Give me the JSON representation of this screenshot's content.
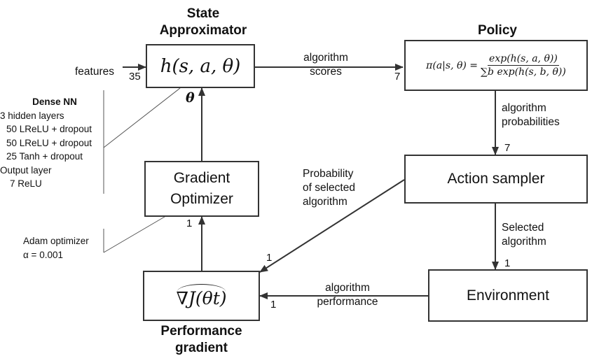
{
  "titles": {
    "state": "State Approximator",
    "policy": "Policy",
    "perf": "Performance gradient"
  },
  "boxes": {
    "state_approximator": "h(s, a, θ)",
    "policy_formula": {
      "lhs": "π(a|s, θ) =",
      "numerator": "exp(h(s, a, θ))",
      "denominator": "∑b exp(h(s, b, θ))"
    },
    "gradient_optimizer": [
      "Gradient",
      "Optimizer"
    ],
    "action_sampler": "Action sampler",
    "environment": "Environment",
    "performance_gradient": "∇J(θt)"
  },
  "edge_labels": {
    "features": "features",
    "algorithm_scores": [
      "algorithm",
      "scores"
    ],
    "algorithm_probabilities": [
      "algorithm",
      "probabilities"
    ],
    "probability_selected": [
      "Probability",
      "of selected",
      "algorithm"
    ],
    "selected_algorithm": [
      "Selected",
      "algorithm"
    ],
    "algorithm_performance": [
      "algorithm",
      "performance"
    ],
    "theta": "θ"
  },
  "numbers": {
    "features_dim": "35",
    "scores_dim": "7",
    "probs_dim": "7",
    "selected_dim": "1",
    "prob_to_grad": "1",
    "perf_to_grad": "1",
    "grad_to_opt": "1"
  },
  "annotations": {
    "dense_nn": {
      "title": "Dense NN",
      "lines": [
        "3 hidden layers",
        "50 LReLU + dropout",
        "50 LReLU + dropout",
        "25 Tanh + dropout",
        "Output layer",
        "7 ReLU"
      ]
    },
    "adam": [
      "Adam optimizer",
      "α = 0.001"
    ]
  }
}
